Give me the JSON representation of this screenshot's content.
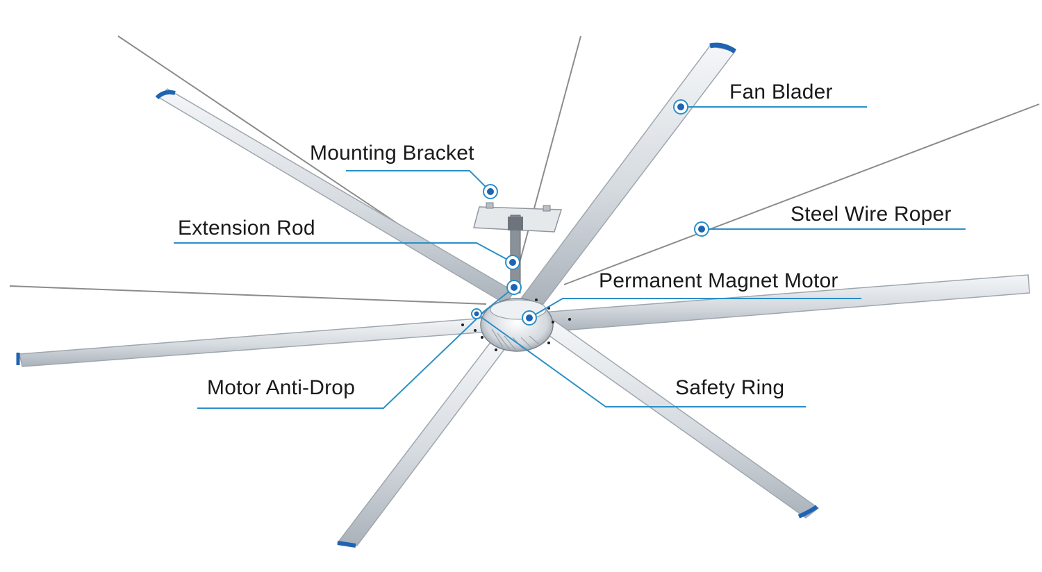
{
  "colors": {
    "accent": "#1f63b3",
    "leader": "#2a8fc7",
    "blade": "#d9dde2",
    "blade_edge": "#9ea6ae",
    "wire": "#8c8c8c"
  },
  "labels": {
    "fan_blader": "Fan Blader",
    "mounting_bracket": "Mounting Bracket",
    "steel_wire_roper": "Steel Wire Roper",
    "extension_rod": "Extension Rod",
    "permanent_magnet_motor": "Permanent Magnet Motor",
    "motor_anti_drop": "Motor Anti-Drop",
    "safety_ring": "Safety Ring"
  }
}
